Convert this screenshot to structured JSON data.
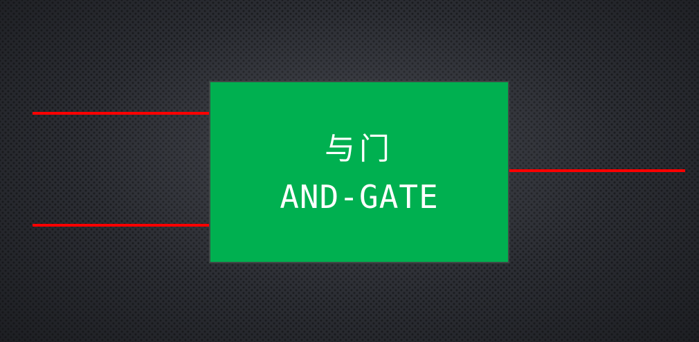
{
  "gate": {
    "label_cn": "与门",
    "label_en": "AND-GATE",
    "fill_color": "#00b050",
    "text_color": "#ffffff"
  },
  "wires": {
    "color": "#ff0000",
    "inputs": 2,
    "outputs": 1
  }
}
